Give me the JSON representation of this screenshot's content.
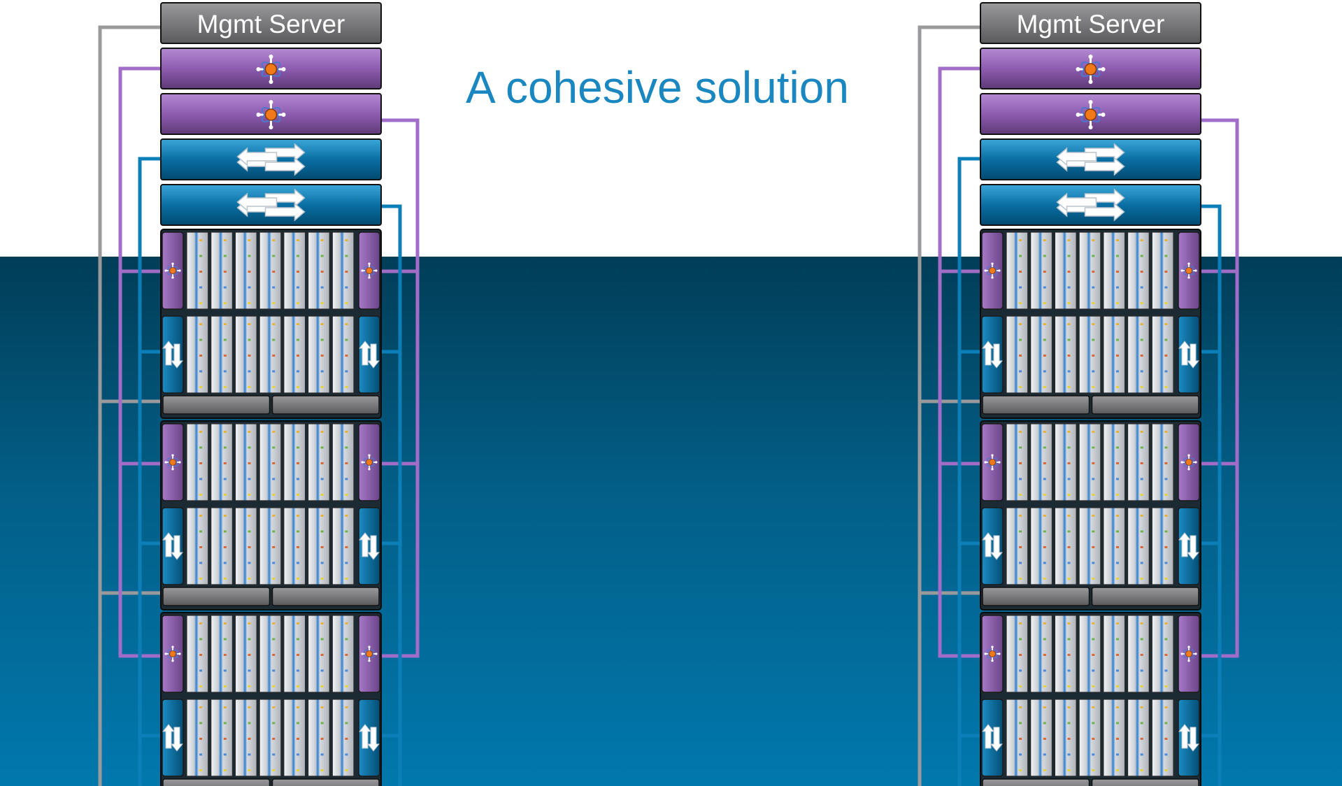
{
  "title": "A cohesive solution",
  "racks": [
    {
      "id": "left",
      "server_label": "Mgmt Server",
      "management_modules": 2,
      "switches": 2
    },
    {
      "id": "right",
      "server_label": "Mgmt Server",
      "management_modules": 2,
      "switches": 2
    }
  ],
  "enclosures_per_rack": 3,
  "blades_per_bay": 7,
  "colors": {
    "background_band_top": "#013d57",
    "background_band_bottom": "#0178ad",
    "title": "#1a87c0",
    "mgmt_server": "#6e6e70",
    "management_module": "#8a5aa8",
    "switch": "#066a9e",
    "cable_gray": "#9a9a9c",
    "cable_purple": "#a26dc8",
    "cable_blue": "#0c7fb8"
  },
  "icons": {
    "management_module": "management-hub-icon",
    "switch": "network-switch-icon"
  }
}
